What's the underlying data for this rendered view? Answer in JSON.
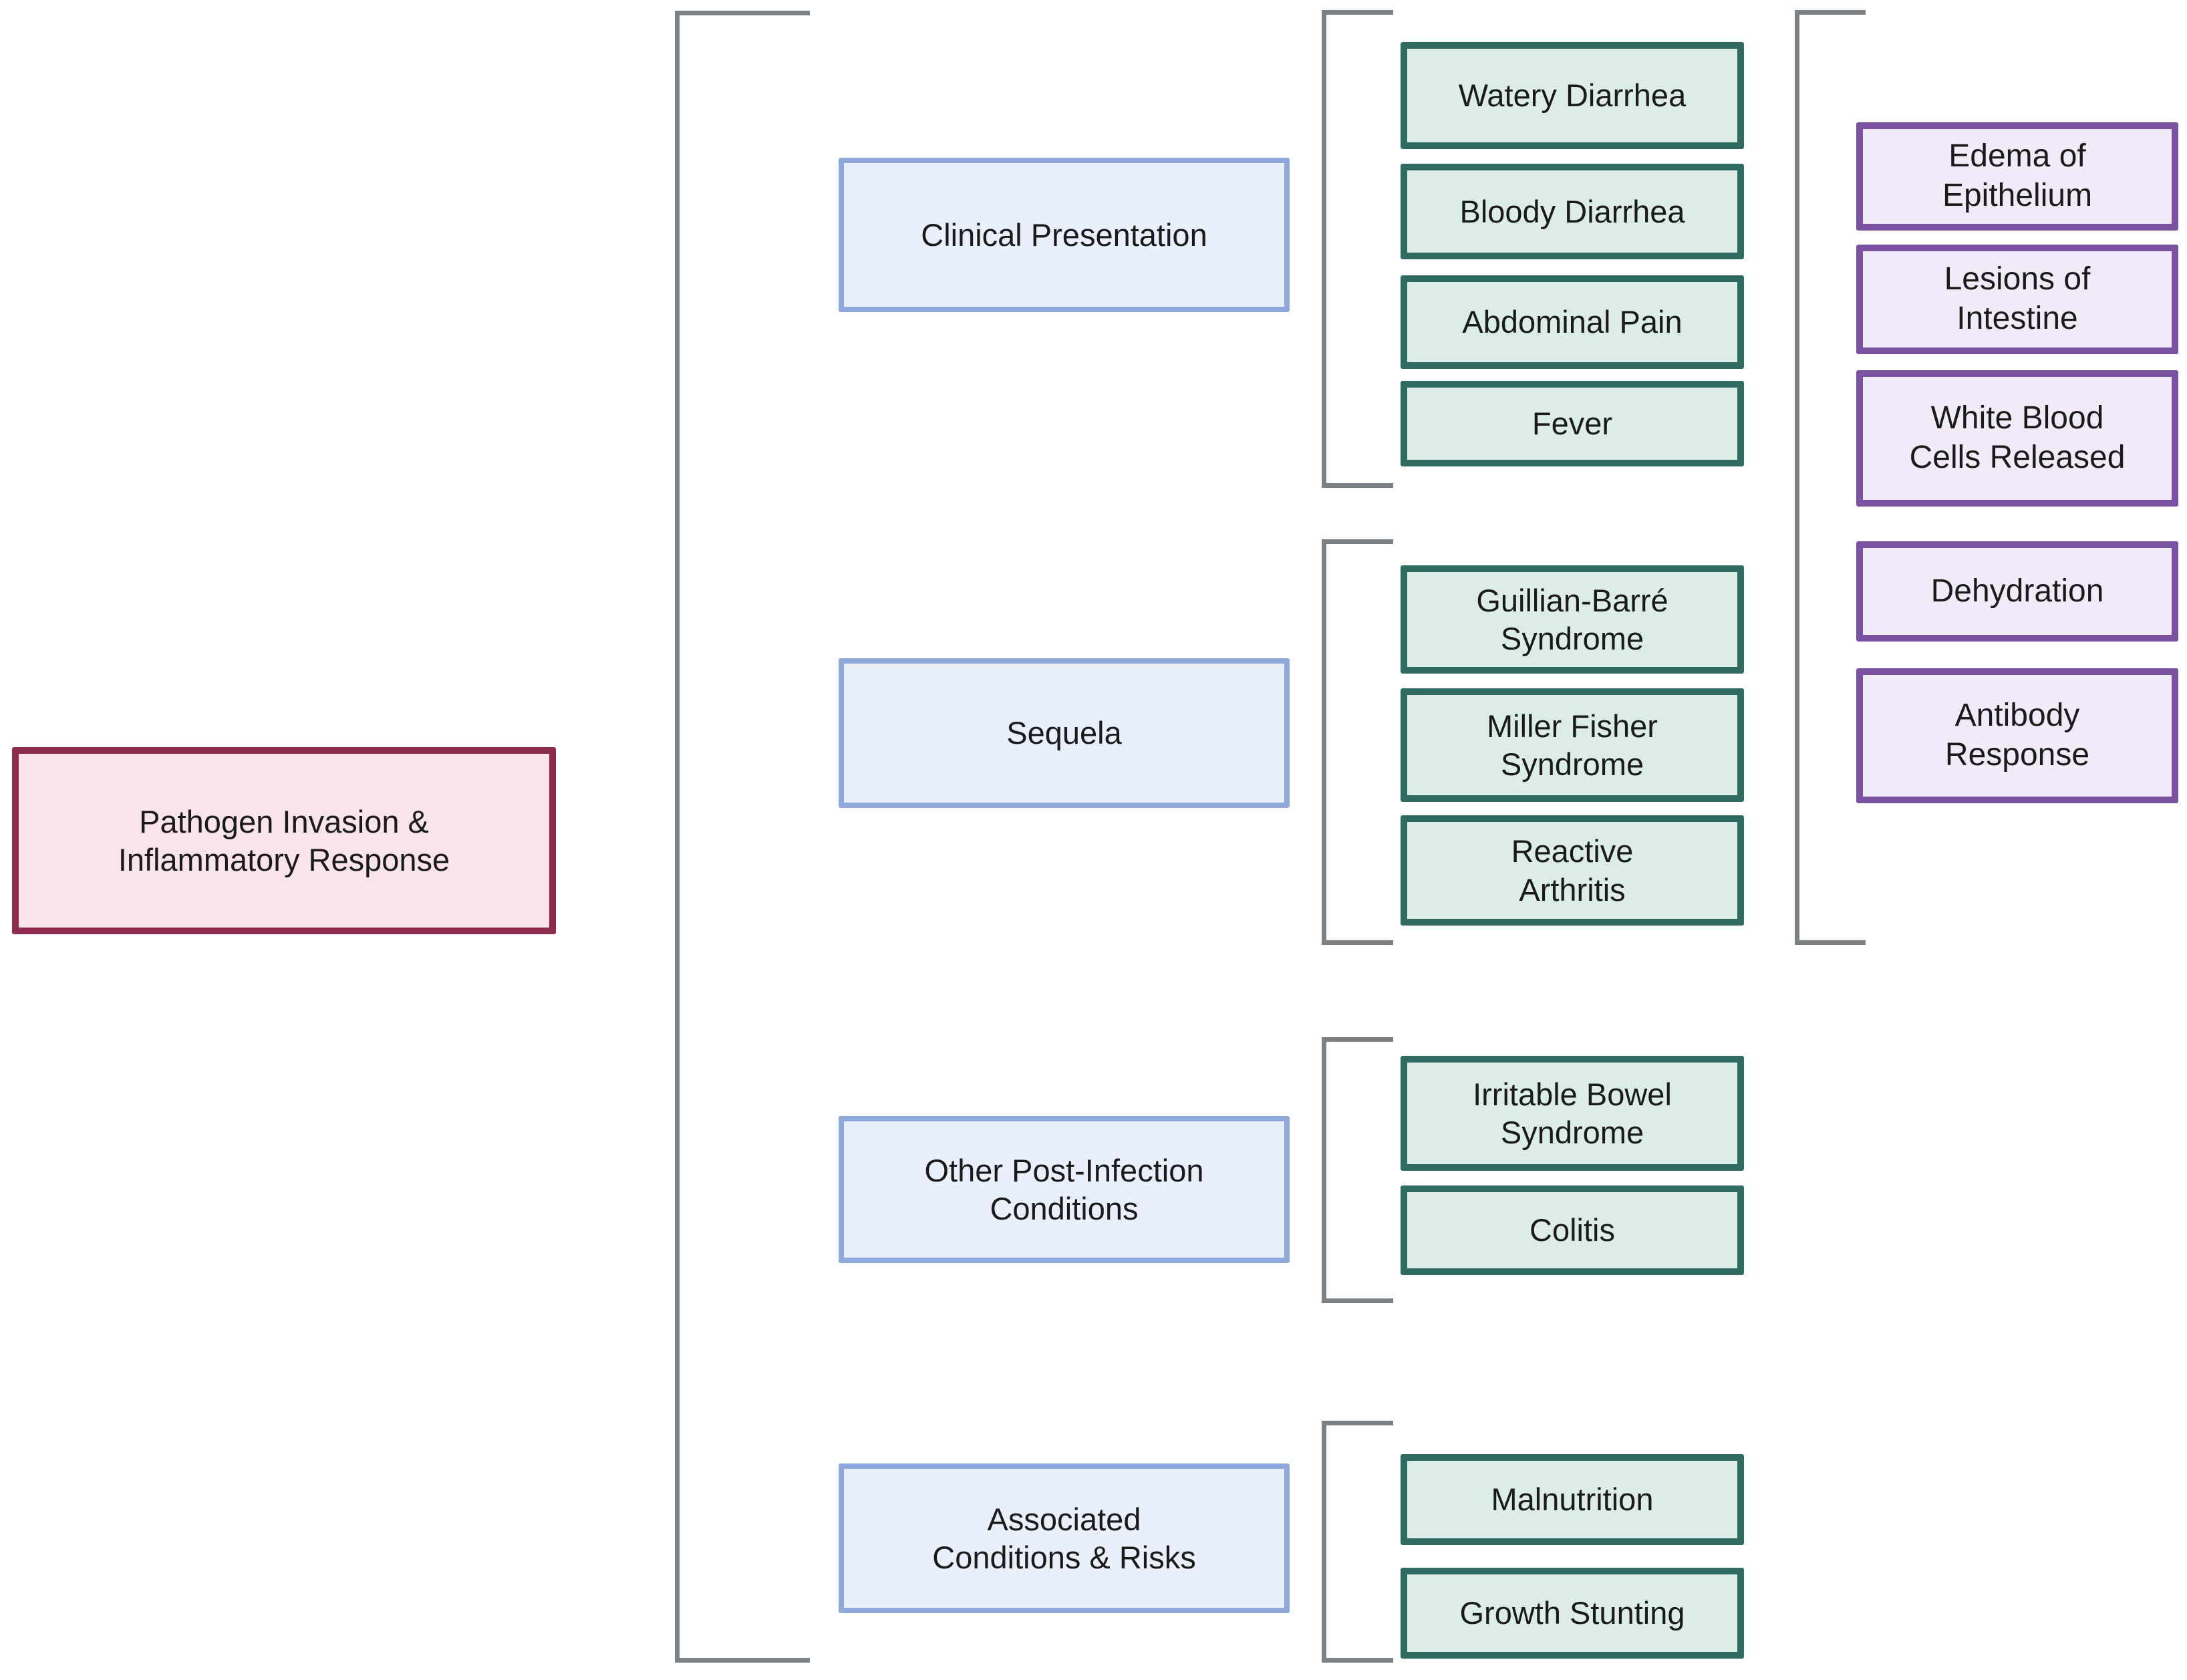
{
  "colors": {
    "root_fill": "#f9e3ec",
    "root_border": "#8e2c50",
    "category_fill": "#e9f0fb",
    "category_border": "#90a9db",
    "item_fill": "#dcede8",
    "item_border": "#2f6b60",
    "outcome_fill": "#f1ebf9",
    "outcome_border": "#7b51a1",
    "bracket": "#7b8084",
    "text": "#1a1a1a"
  },
  "root": {
    "label": "Pathogen Invasion &\nInflammatory Response"
  },
  "groups": [
    {
      "category": "Clinical Presentation",
      "items": [
        "Watery Diarrhea",
        "Bloody Diarrhea",
        "Abdominal Pain",
        "Fever"
      ]
    },
    {
      "category": "Sequela",
      "items": [
        "Guillian-Barré\nSyndrome",
        "Miller Fisher\nSyndrome",
        "Reactive\nArthritis"
      ]
    },
    {
      "category": "Other Post-Infection\nConditions",
      "items": [
        "Irritable Bowel\nSyndrome",
        "Colitis"
      ]
    },
    {
      "category": "Associated\nConditions & Risks",
      "items": [
        "Malnutrition",
        "Growth Stunting"
      ]
    }
  ],
  "outcomes": [
    "Edema of\nEpithelium",
    "Lesions of\nIntestine",
    "White Blood\nCells Released",
    "Dehydration",
    "Antibody\nResponse"
  ]
}
